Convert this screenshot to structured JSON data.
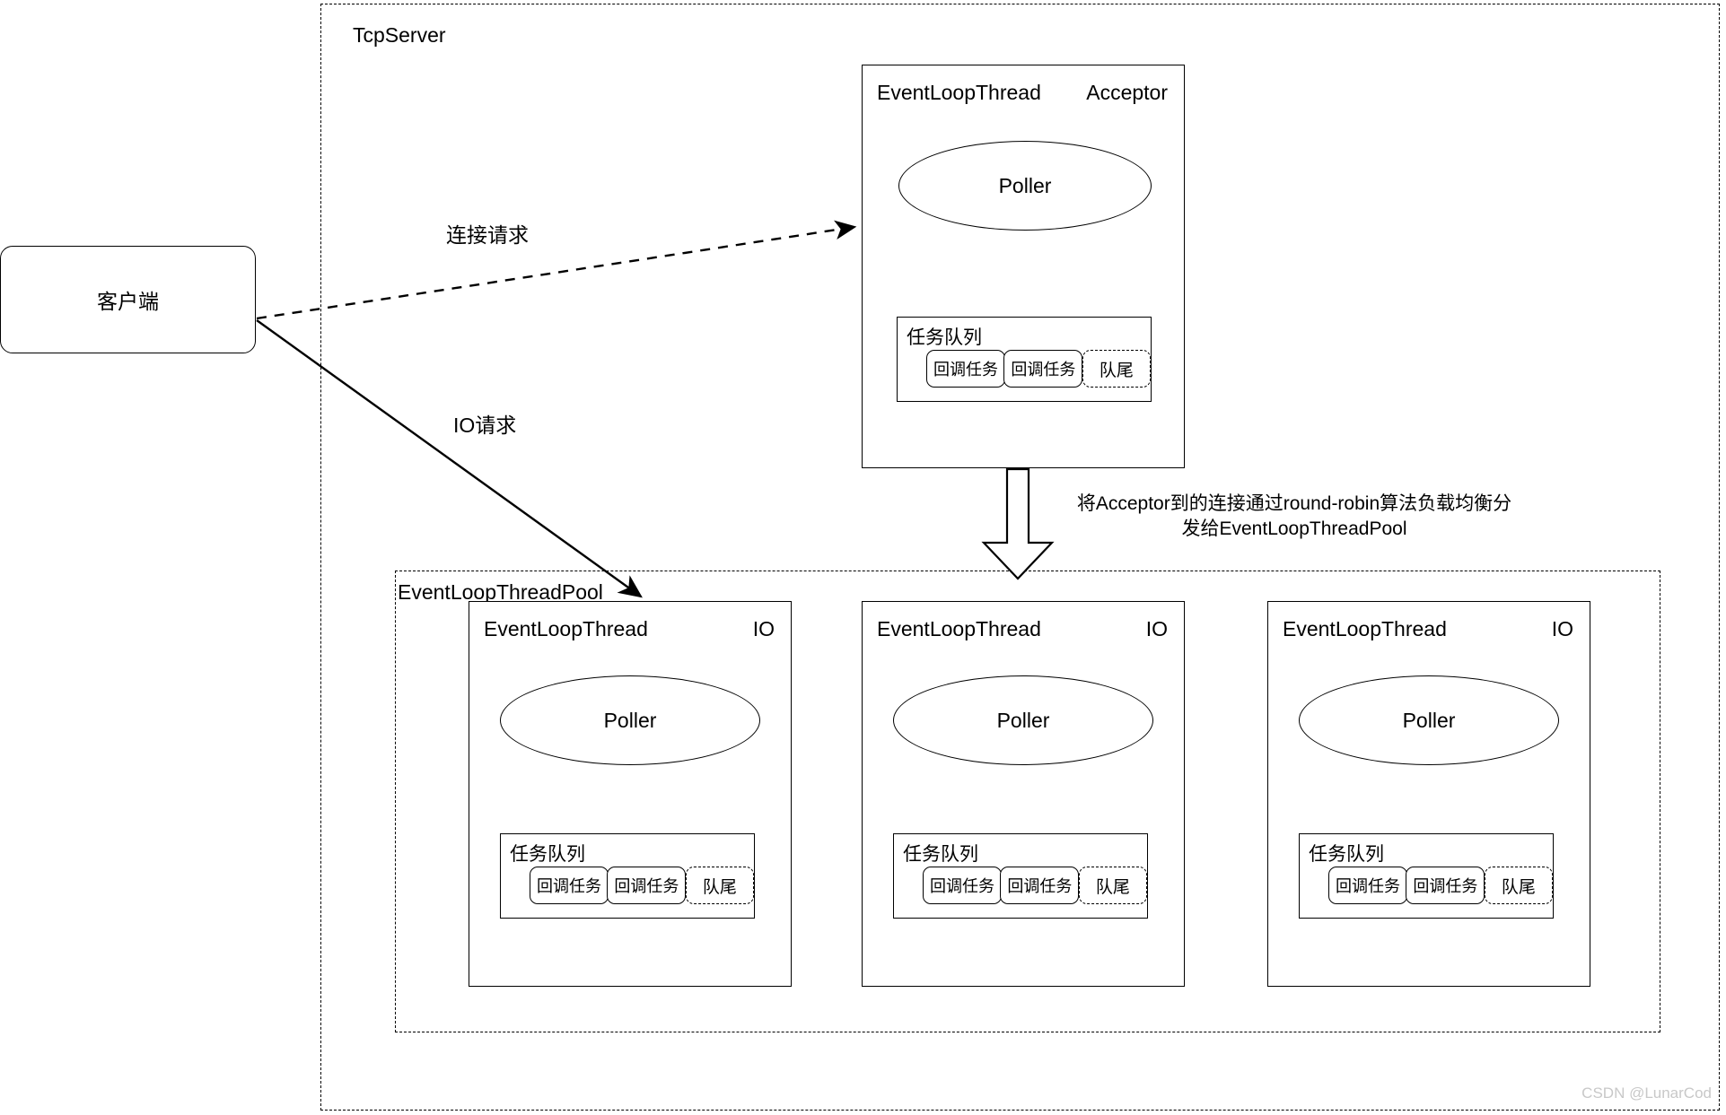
{
  "diagram": {
    "title": "TcpServer multi-reactor architecture",
    "containers": {
      "tcpserver": {
        "label": "TcpServer"
      },
      "pool": {
        "label": "EventLoopThreadPool"
      }
    },
    "client": {
      "label": "客户端"
    },
    "acceptor_thread": {
      "name": "EventLoopThread",
      "role": "Acceptor",
      "poller": "Poller",
      "task_queue": {
        "title": "任务队列",
        "items": [
          "回调任务",
          "回调任务"
        ],
        "tail": "队尾"
      }
    },
    "workers": [
      {
        "name": "EventLoopThread",
        "role": "IO",
        "poller": "Poller",
        "task_queue": {
          "title": "任务队列",
          "items": [
            "回调任务",
            "回调任务"
          ],
          "tail": "队尾"
        }
      },
      {
        "name": "EventLoopThread",
        "role": "IO",
        "poller": "Poller",
        "task_queue": {
          "title": "任务队列",
          "items": [
            "回调任务",
            "回调任务"
          ],
          "tail": "队尾"
        }
      },
      {
        "name": "EventLoopThread",
        "role": "IO",
        "poller": "Poller",
        "task_queue": {
          "title": "任务队列",
          "items": [
            "回调任务",
            "回调任务"
          ],
          "tail": "队尾"
        }
      }
    ],
    "edges": {
      "connect_request": "连接请求",
      "io_request": "IO请求",
      "dispatch_note_line1": "将Acceptor到的连接通过round-robin算法负载均衡分",
      "dispatch_note_line2": "发给EventLoopThreadPool"
    },
    "watermark": "CSDN @LunarCod",
    "colors": {
      "stroke": "#000000",
      "background": "#ffffff",
      "watermark": "#c8c8c8"
    }
  }
}
